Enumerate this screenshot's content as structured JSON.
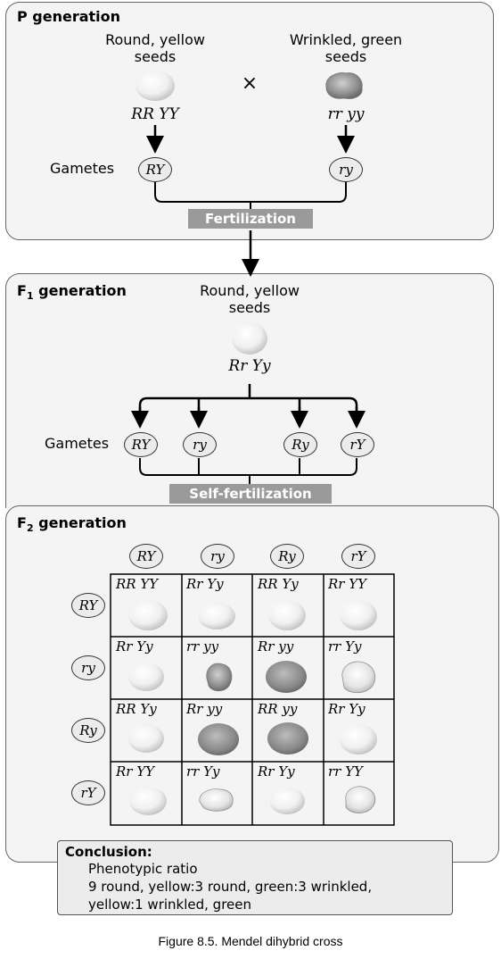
{
  "p_generation": {
    "title": "P generation",
    "left_label_1": "Round, yellow",
    "left_label_2": "seeds",
    "right_label_1": "Wrinkled, green",
    "right_label_2": "seeds",
    "cross_symbol": "×",
    "left_genotype": "RR YY",
    "right_genotype": "rr yy",
    "gametes_label": "Gametes",
    "left_gamete": "RY",
    "right_gamete": "ry",
    "fertilization": "Fertilization"
  },
  "f1_generation": {
    "title_prefix": "F",
    "title_sub": "1",
    "title_suffix": " generation",
    "label_1": "Round, yellow",
    "label_2": "seeds",
    "genotype": "Rr Yy",
    "gametes_label": "Gametes",
    "gametes": [
      "RY",
      "ry",
      "Ry",
      "rY"
    ],
    "self_fertilization": "Self-fertilization"
  },
  "f2_generation": {
    "title_prefix": "F",
    "title_sub": "2",
    "title_suffix": " generation",
    "column_gametes": [
      "RY",
      "ry",
      "Ry",
      "rY"
    ],
    "row_gametes": [
      "RY",
      "ry",
      "Ry",
      "rY"
    ],
    "cells": [
      [
        "RR YY",
        "Rr Yy",
        "RR Yy",
        "Rr YY"
      ],
      [
        "Rr Yy",
        "rr yy",
        "Rr yy",
        "rr Yy"
      ],
      [
        "RR Yy",
        "Rr yy",
        "RR yy",
        "Rr Yy"
      ],
      [
        "Rr YY",
        "rr Yy",
        "Rr Yy",
        "rr YY"
      ]
    ]
  },
  "conclusion": {
    "heading": "Conclusion:",
    "line_1": "Phenotypic ratio",
    "line_2": "9 round, yellow:3 round, green:3 wrinkled,",
    "line_3": "yellow:1 wrinkled, green"
  },
  "caption": "Figure 8.5. Mendel dihybrid cross"
}
